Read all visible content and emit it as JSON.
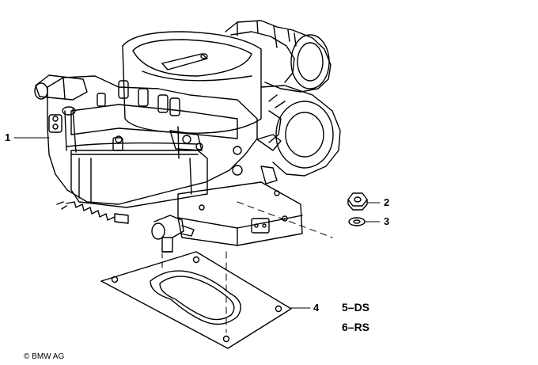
{
  "callouts": [
    {
      "number": "1"
    },
    {
      "number": "2"
    },
    {
      "number": "3"
    },
    {
      "number": "4"
    }
  ],
  "notes": [
    "5–DS",
    "6–RS"
  ],
  "copyright": "© BMW AG"
}
